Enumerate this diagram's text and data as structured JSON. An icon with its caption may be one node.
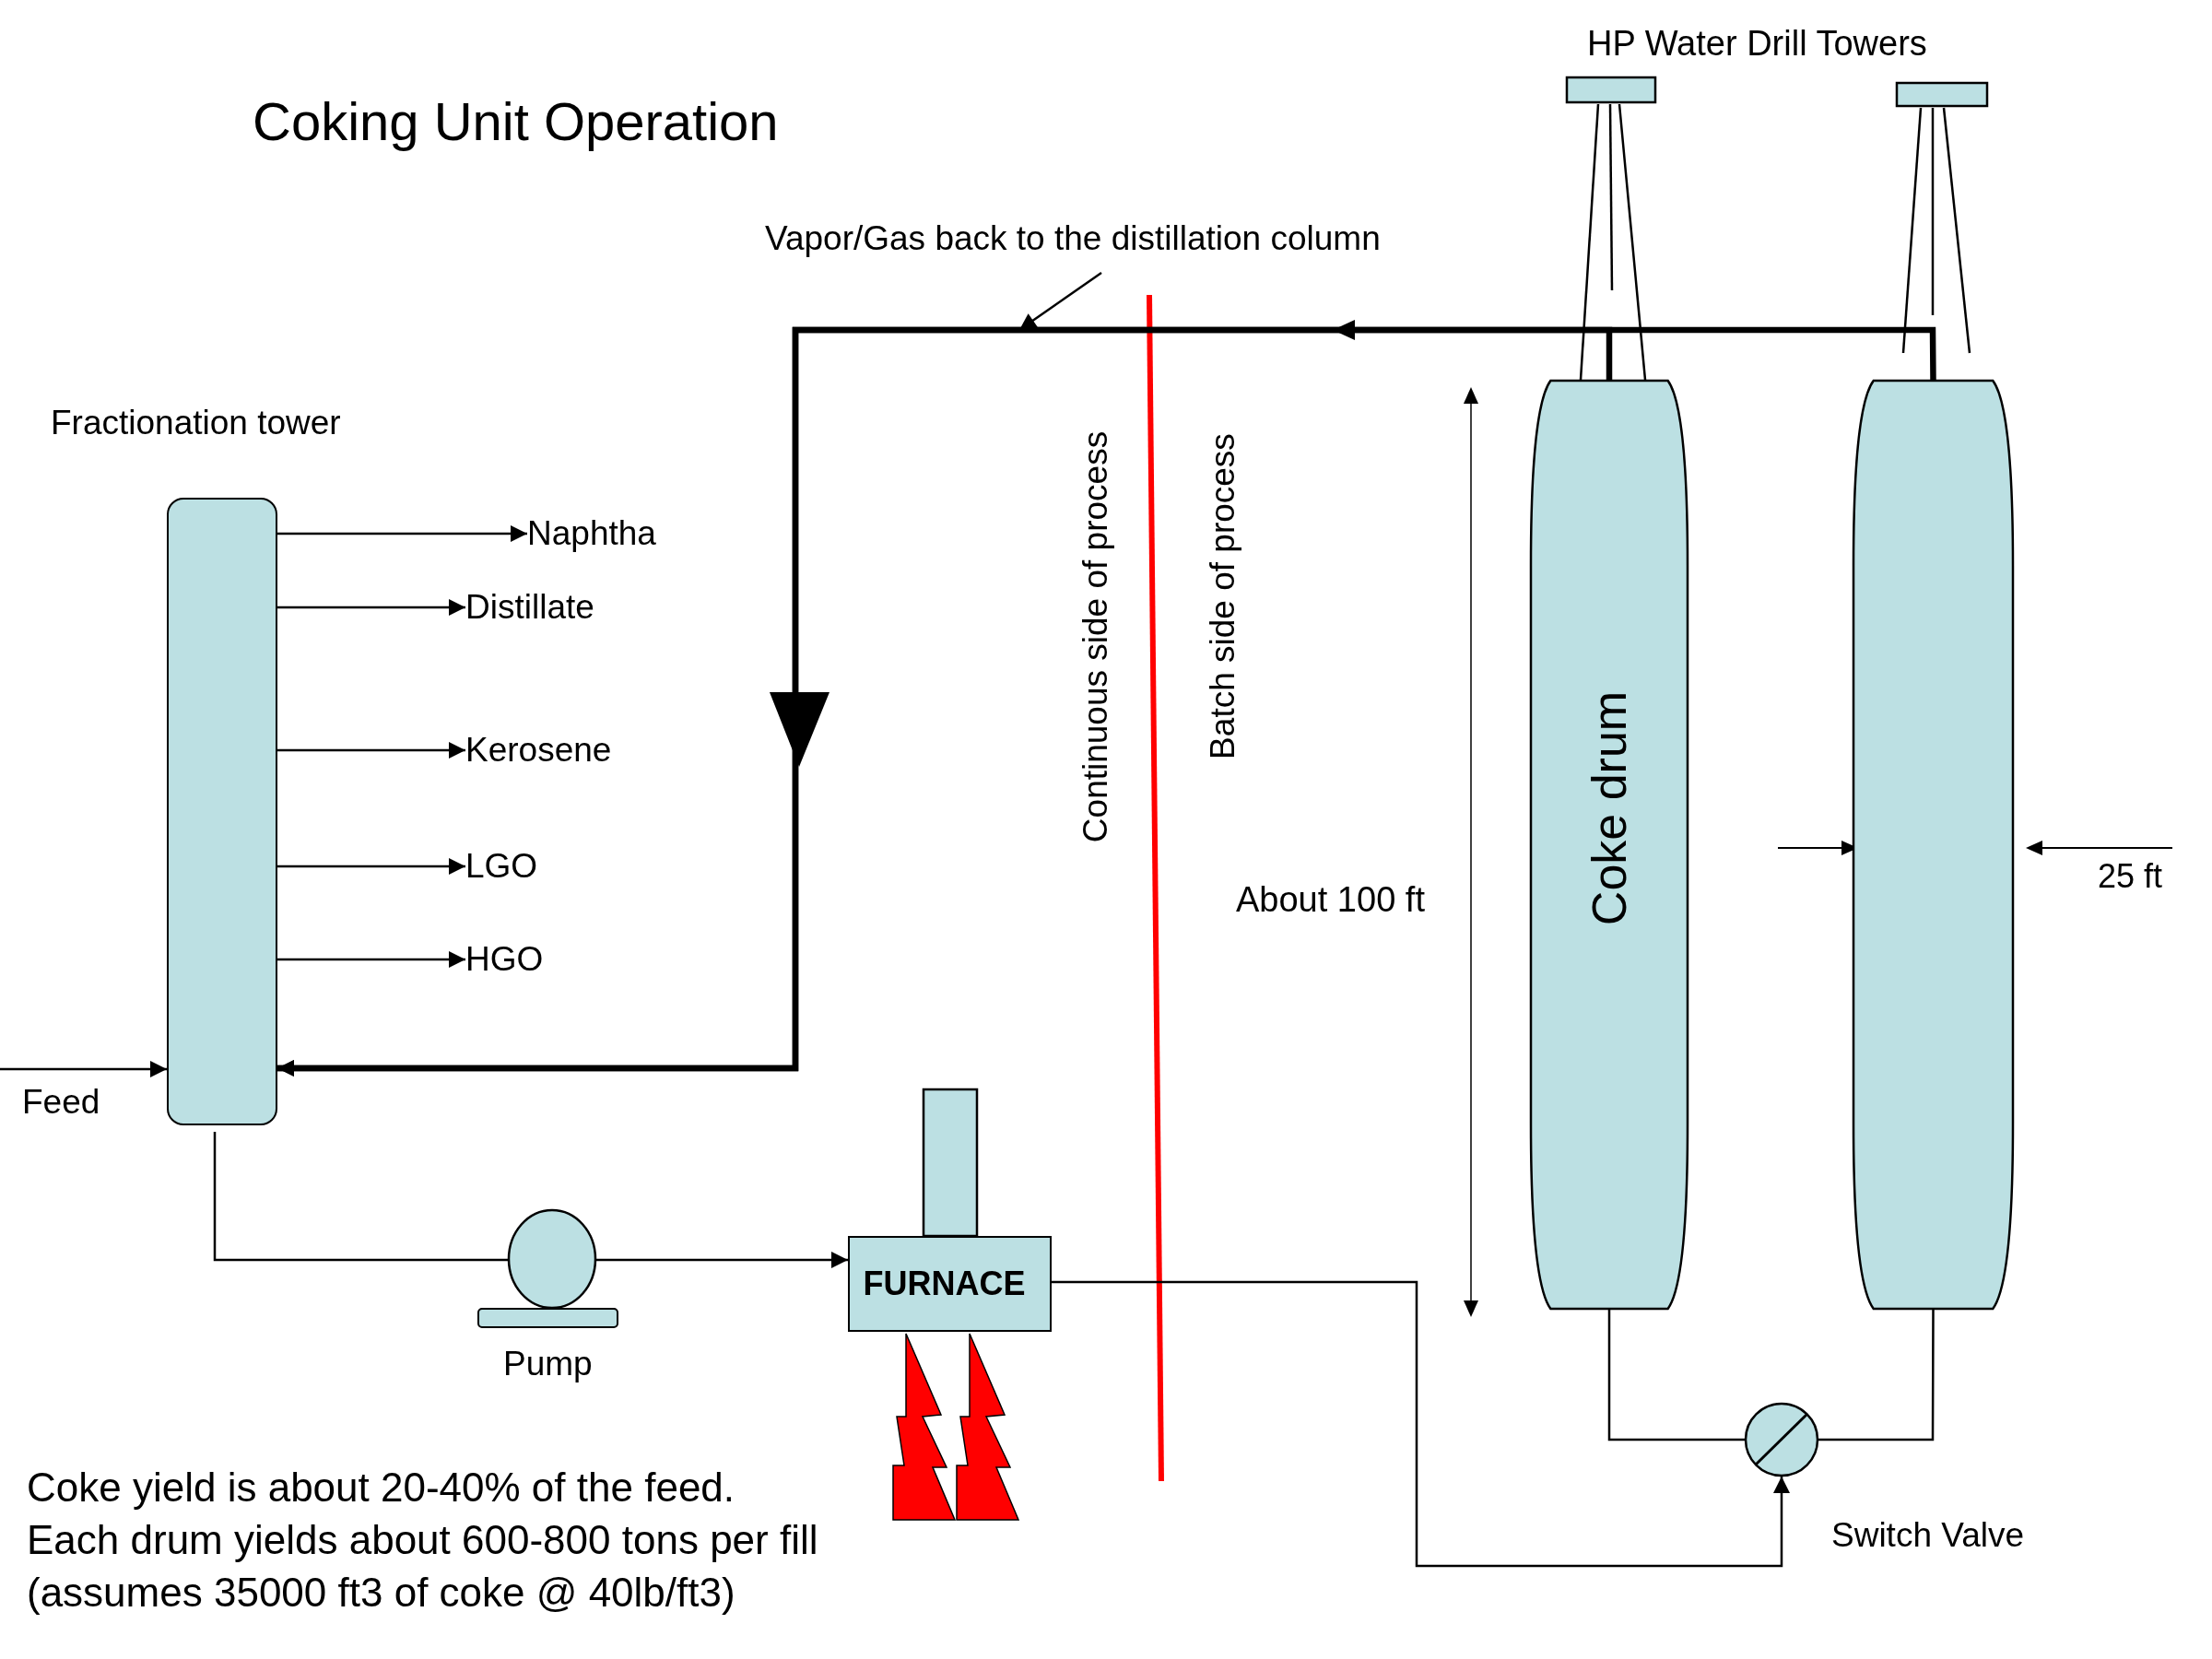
{
  "diagram": {
    "title": "Coking Unit Operation",
    "nodes": [
      {
        "text": [
          "Fractionation tower"
        ]
      },
      {
        "text": [
          "Naphtha"
        ]
      },
      {
        "text": [
          "Distillate"
        ]
      },
      {
        "text": [
          "Kerosene"
        ]
      },
      {
        "text": [
          "LGO"
        ]
      },
      {
        "text": [
          "HGO"
        ]
      },
      {
        "text": [
          "Feed"
        ]
      },
      {
        "text": [],
        "shape": "circle",
        "beside": [
          "Pump"
        ]
      },
      {
        "text": [
          "FURNACE"
        ]
      },
      {
        "text": [
          "Coke drum"
        ]
      },
      {
        "text": [],
        "shape": "cylinder"
      },
      {
        "text": [],
        "shape": "circle",
        "beside": [
          "Switch Valve"
        ]
      },
      {
        "text": [],
        "shape": "box"
      },
      {
        "text": [],
        "shape": "box"
      },
      {
        "text": [
          "Vapor/Gas back to the distillation column"
        ]
      },
      {
        "text": [],
        "shape": "box"
      }
    ],
    "edges": [
      {
        "from": 0,
        "to": 1,
        "arrow": "to"
      },
      {
        "from": 0,
        "to": 2,
        "arrow": "to"
      },
      {
        "from": 0,
        "to": 3,
        "arrow": "to"
      },
      {
        "from": 0,
        "to": 4,
        "arrow": "to"
      },
      {
        "from": 0,
        "to": 5,
        "arrow": "to"
      },
      {
        "from": 6,
        "to": 0,
        "arrow": "to"
      },
      {
        "from": 9,
        "to": 0,
        "arrow": "to",
        "style": "thick"
      },
      {
        "from": 10,
        "to": 0,
        "arrow": "to",
        "style": "thick"
      },
      {
        "from": 0,
        "to": 7,
        "arrow": "none"
      },
      {
        "from": 7,
        "to": 8,
        "arrow": "to"
      },
      {
        "from": 8,
        "to": 11,
        "arrow": "to"
      },
      {
        "from": 11,
        "to": 9,
        "arrow": "none"
      },
      {
        "from": 11,
        "to": 10,
        "arrow": "none"
      },
      {
        "from": 14,
        "to": null,
        "arrow": "to"
      }
    ],
    "labels": [
      "HP Water Drill Towers",
      "Continuous side of process",
      "Batch side of process",
      "About 100 ft",
      "25 ft",
      "Coke yield is about 20-40% of the feed.",
      "Each drum yields about 600-800 tons per fill (assumes 35000 ft3 of coke @ 40lb/ft3)"
    ]
  }
}
